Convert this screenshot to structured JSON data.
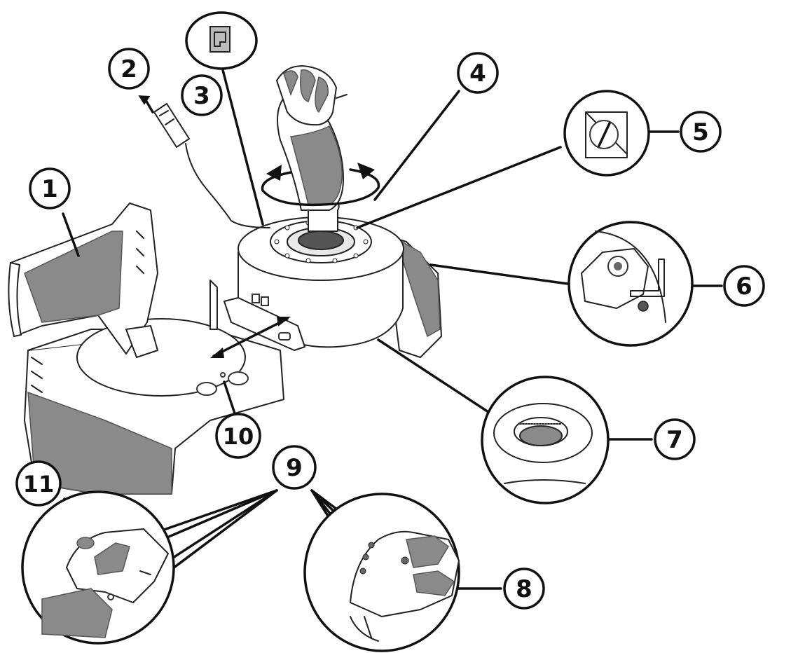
{
  "callouts": [
    {
      "id": "1",
      "label": "1"
    },
    {
      "id": "2",
      "label": "2"
    },
    {
      "id": "3",
      "label": "3"
    },
    {
      "id": "4",
      "label": "4"
    },
    {
      "id": "5",
      "label": "5"
    },
    {
      "id": "6",
      "label": "6"
    },
    {
      "id": "7",
      "label": "7"
    },
    {
      "id": "8",
      "label": "8"
    },
    {
      "id": "9",
      "label": "9"
    },
    {
      "id": "10",
      "label": "10"
    },
    {
      "id": "11",
      "label": "11"
    }
  ],
  "icons": {
    "usb_plug": "usb-plug-icon",
    "rotation": "rotation-arrow-icon",
    "lock_screw": "lock-screw-icon",
    "port_card": "connector-card-icon"
  }
}
